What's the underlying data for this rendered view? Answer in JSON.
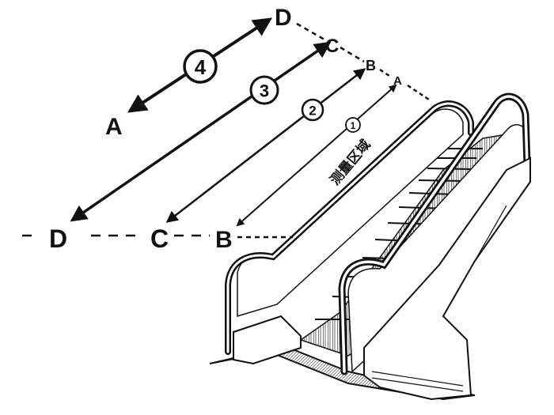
{
  "diagram": {
    "measurement_zone_label": "测量区域",
    "points": {
      "top": {
        "A": "A",
        "B": "B",
        "C": "C",
        "D": "D"
      },
      "bottom": {
        "B": "B",
        "C": "C",
        "D": "D"
      },
      "left_A": "A"
    },
    "zones": [
      {
        "id": 1,
        "label": "1"
      },
      {
        "id": 2,
        "label": "2"
      },
      {
        "id": 3,
        "label": "3"
      },
      {
        "id": 4,
        "label": "4"
      }
    ],
    "colors": {
      "ink": "#111111",
      "background": "#ffffff"
    }
  }
}
